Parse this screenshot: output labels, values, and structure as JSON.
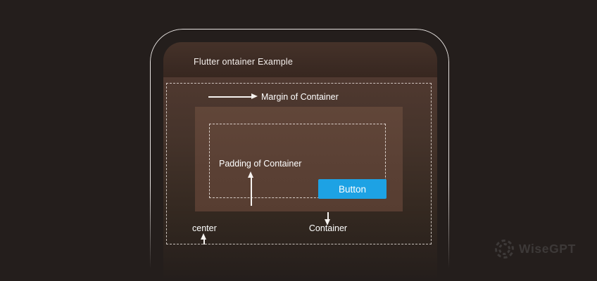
{
  "window": {
    "title": "Flutter ontainer Example"
  },
  "diagram": {
    "margin_label": "Margin of Container",
    "padding_label": "Padding of Container",
    "container_label": "Container",
    "center_label": "center",
    "button_label": "Button"
  },
  "watermark": {
    "brand": "WiseGPT"
  },
  "colors": {
    "page_background": "#241e1c",
    "frame_outline": "#f3efec",
    "appbar": "#3b2a23",
    "body_top": "#503930",
    "container": "#5b4135",
    "button_blue": "#1da2e4",
    "dashed_line": "#f0e8e3",
    "label_text": "#ffffff",
    "watermark_gray": "#3d3938"
  }
}
